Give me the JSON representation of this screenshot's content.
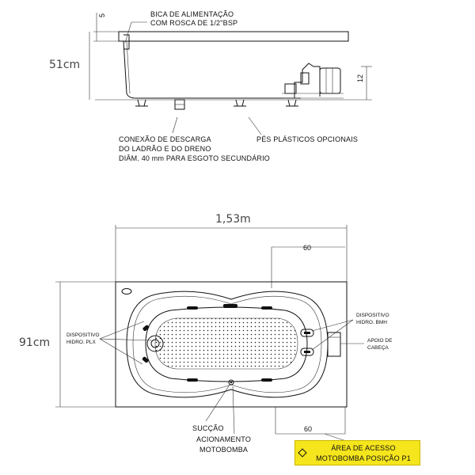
{
  "side_view": {
    "height_dim": "51cm",
    "top_offset_dim": "5",
    "motor_dim": "12",
    "label_spout_1": "BICA DE ALIMENTAÇÃO",
    "label_spout_2": "COM ROSCA DE 1/2\"BSP",
    "label_drain_1": "CONEXÃO DE DESCARGA",
    "label_drain_2": "DO LADRÃO E DO DRENO",
    "label_drain_3": "DIÂM. 40 mm PARA ESGOTO SECUNDÁRIO",
    "label_feet": "PÉS PLÁSTICOS OPCIONAIS"
  },
  "top_view": {
    "length_dim": "1,53m",
    "width_dim": "91cm",
    "top_access_dim": "60",
    "bottom_access_dim": "60",
    "label_plx_1": "DISPOSITIVO",
    "label_plx_2": "HIDRO. PLX",
    "label_bmh_1": "DISPOSITIVO",
    "label_bmh_2": "HIDRO. BMH",
    "label_head_1": "APOIO DE",
    "label_head_2": "CABEÇA",
    "label_suction": "SUCÇÃO",
    "label_motor_1": "ACIONAMENTO",
    "label_motor_2": "MOTOBOMBA"
  },
  "access_callout": {
    "line_1": "ÁREA DE ACESSO",
    "line_2": "MOTOBOMBA POSIÇÃO P1",
    "color": "#f5e51c"
  }
}
